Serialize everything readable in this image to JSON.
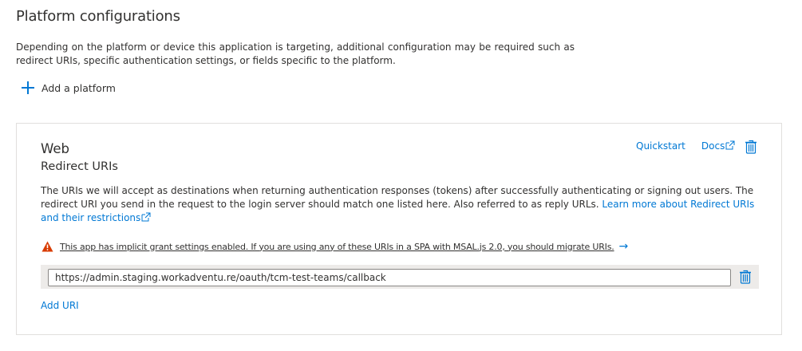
{
  "page": {
    "title": "Platform configurations",
    "description": "Depending on the platform or device this application is targeting, additional configuration may be required such as redirect URIs, specific authentication settings, or fields specific to the platform.",
    "add_platform_label": "Add a platform"
  },
  "card": {
    "platform_name": "Web",
    "section_title": "Redirect URIs",
    "quickstart_label": "Quickstart",
    "docs_label": "Docs",
    "body_text": "The URIs we will accept as destinations when returning authentication responses (tokens) after successfully authenticating or signing out users. The redirect URI you send in the request to the login server should match one listed here. Also referred to as reply URLs.",
    "learn_more_label": "Learn more about Redirect URIs and their restrictions",
    "warning_text": "This app has implicit grant settings enabled. If you are using any of these URIs in a SPA with MSAL.js 2.0, you should migrate URIs.",
    "warning_arrow": "→",
    "redirect_uris": [
      {
        "value": "https://admin.staging.workadventu.re/oauth/tcm-test-teams/callback"
      }
    ],
    "add_uri_label": "Add URI"
  },
  "colors": {
    "accent": "#0078d4",
    "warning": "#d83b01",
    "text": "#323130",
    "border": "#e1dfdd",
    "row_bg": "#edebe9"
  },
  "icons": {
    "add": "plus-icon",
    "external": "external-link-icon",
    "delete": "trash-icon",
    "warning": "warning-triangle-icon",
    "arrow": "arrow-right-icon"
  }
}
